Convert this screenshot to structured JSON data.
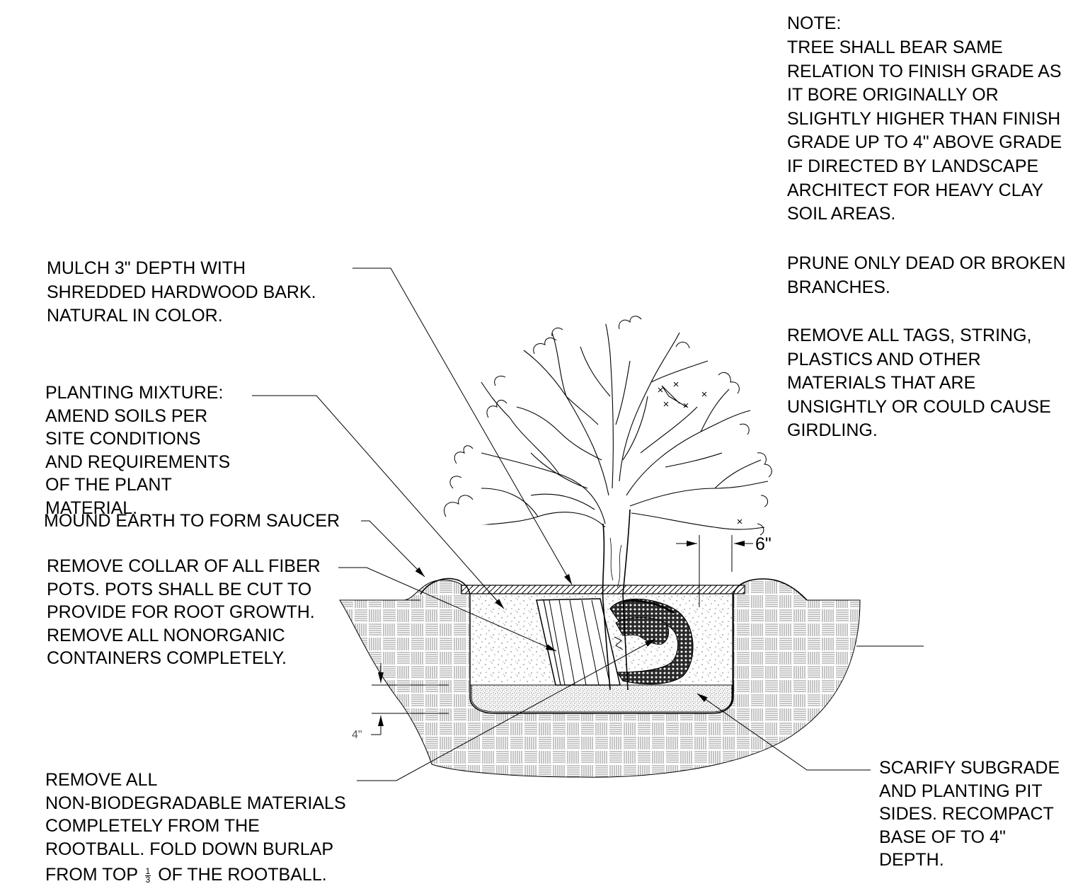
{
  "notes": {
    "header": "NOTE:",
    "grade_note": [
      "TREE SHALL BEAR SAME",
      "RELATION TO FINISH GRADE AS",
      "IT BORE ORIGINALLY OR",
      "SLIGHTLY HIGHER THAN FINISH",
      "GRADE UP TO 4\" ABOVE GRADE",
      "IF DIRECTED BY LANDSCAPE",
      "ARCHITECT FOR HEAVY CLAY",
      "SOIL AREAS."
    ],
    "prune_note": [
      "PRUNE ONLY DEAD OR BROKEN",
      "BRANCHES."
    ],
    "tags_note": [
      "REMOVE ALL TAGS, STRING,",
      "PLASTICS AND OTHER",
      "MATERIALS THAT ARE",
      "UNSIGHTLY OR COULD CAUSE",
      "GIRDLING."
    ]
  },
  "labels": {
    "mulch": [
      "MULCH 3\" DEPTH WITH",
      "SHREDDED HARDWOOD BARK.",
      "NATURAL IN COLOR."
    ],
    "planting_mixture": [
      "PLANTING MIXTURE:",
      "AMEND SOILS PER",
      "SITE CONDITIONS",
      "AND REQUIREMENTS",
      "OF THE PLANT",
      "MATERIAL."
    ],
    "mound": "MOUND EARTH TO FORM SAUCER",
    "collar": [
      "REMOVE COLLAR OF ALL FIBER",
      "POTS. POTS SHALL BE CUT TO",
      "PROVIDE FOR ROOT GROWTH.",
      "REMOVE ALL NONORGANIC",
      "CONTAINERS COMPLETELY."
    ],
    "burlap": [
      "REMOVE ALL",
      "NON-BIODEGRADABLE MATERIALS",
      "COMPLETELY FROM THE",
      "ROOTBALL. FOLD DOWN BURLAP"
    ],
    "burlap_last": {
      "before": "FROM TOP",
      "num": "1",
      "den": "3",
      "after": "OF THE ROOTBALL."
    },
    "scarify": [
      "SCARIFY SUBGRADE",
      "AND PLANTING PIT",
      "SIDES. RECOMPACT",
      "BASE OF  TO 4\"",
      "DEPTH."
    ]
  },
  "dimensions": {
    "width_6": "6\"",
    "depth_4": "4\""
  }
}
